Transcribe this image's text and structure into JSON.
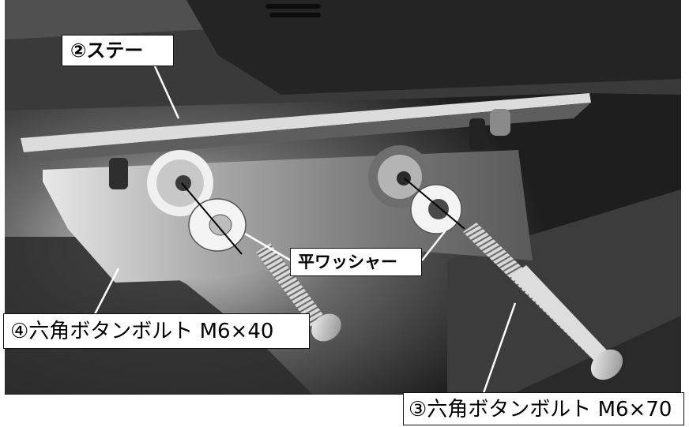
{
  "labels": {
    "stay": "②ステー",
    "flat_washer": "平ワッシャー",
    "bolt_m6x40": "④六角ボタンボルト M6×40",
    "bolt_m6x70": "③六角ボタンボルト M6×70"
  },
  "colors": {
    "photo_dark": "#1a1a1a",
    "photo_mid": "#4a4a4a",
    "plate": "#8a8a8a",
    "label_bg": "#ffffff",
    "label_border": "#111111"
  }
}
